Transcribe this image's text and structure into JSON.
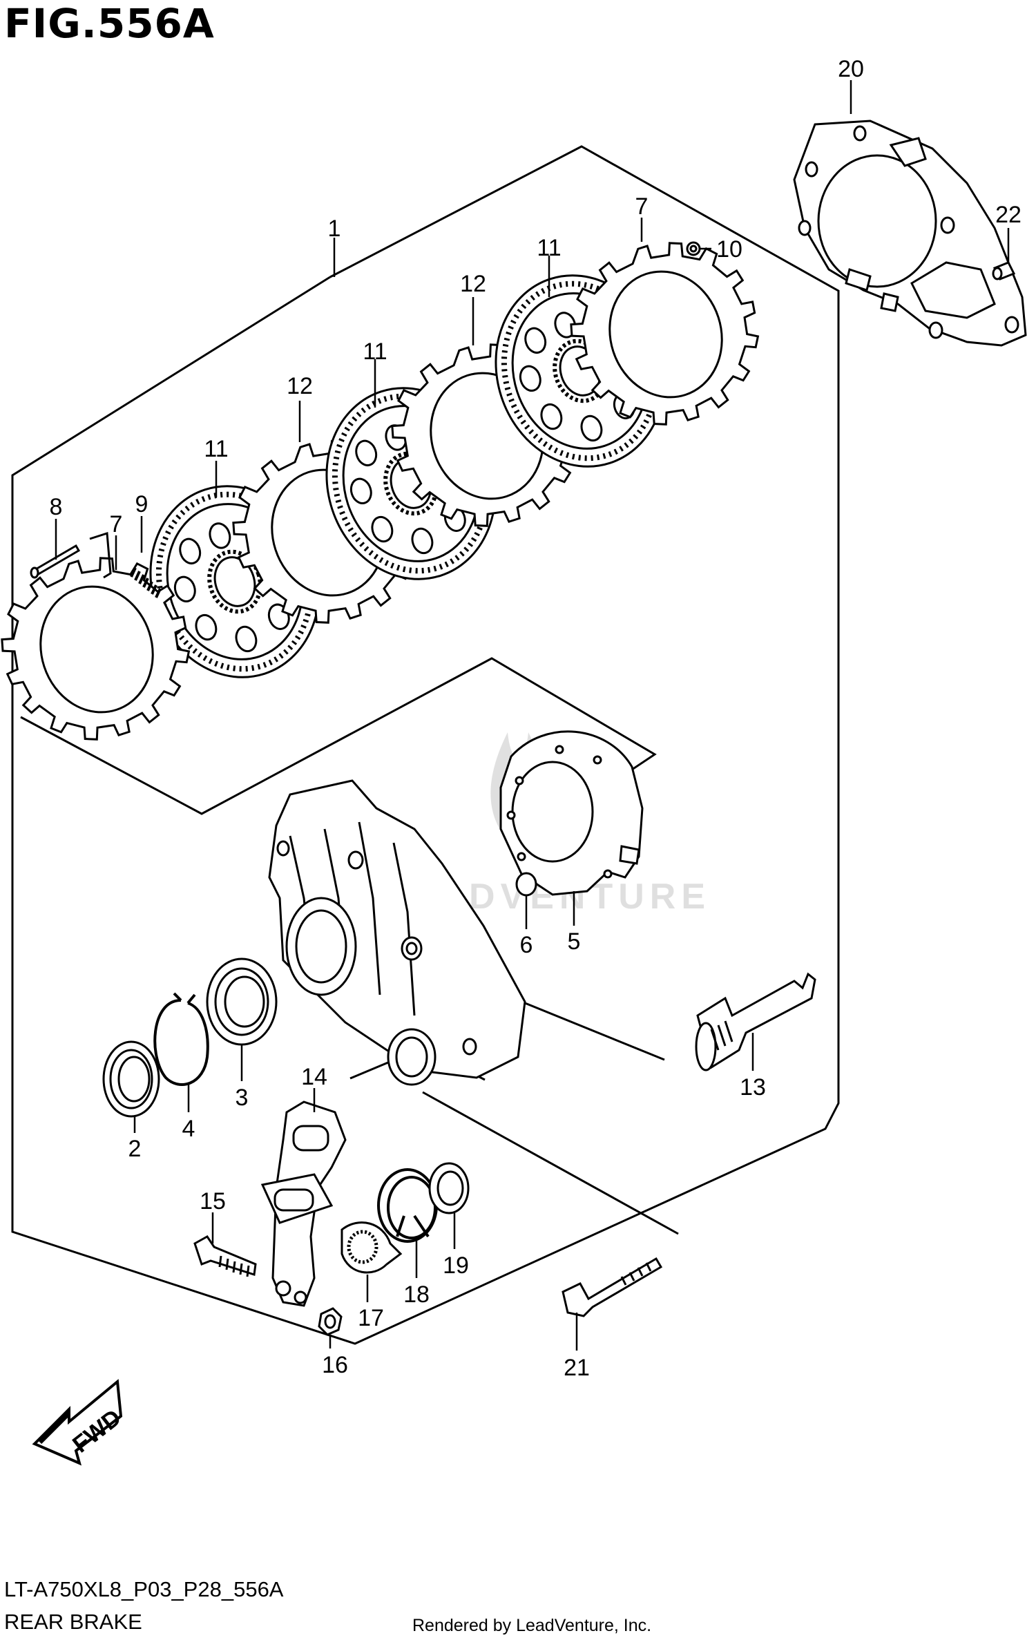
{
  "figure": {
    "title": "FIG.556A",
    "model_code": "LT-A750XL8_P03_P28_556A",
    "section_name": "REAR BRAKE",
    "credit": "Rendered by LeadVenture, Inc.",
    "watermark": "LEADVENTURE",
    "direction_label": "FWD"
  },
  "callouts": [
    {
      "id": "c1",
      "number": "1"
    },
    {
      "id": "c2",
      "number": "2"
    },
    {
      "id": "c3",
      "number": "3"
    },
    {
      "id": "c4",
      "number": "4"
    },
    {
      "id": "c5",
      "number": "5"
    },
    {
      "id": "c6",
      "number": "6"
    },
    {
      "id": "c7a",
      "number": "7"
    },
    {
      "id": "c7b",
      "number": "7"
    },
    {
      "id": "c8",
      "number": "8"
    },
    {
      "id": "c9",
      "number": "9"
    },
    {
      "id": "c10",
      "number": "10"
    },
    {
      "id": "c11a",
      "number": "11"
    },
    {
      "id": "c11b",
      "number": "11"
    },
    {
      "id": "c11c",
      "number": "11"
    },
    {
      "id": "c12a",
      "number": "12"
    },
    {
      "id": "c12b",
      "number": "12"
    },
    {
      "id": "c13",
      "number": "13"
    },
    {
      "id": "c14",
      "number": "14"
    },
    {
      "id": "c15",
      "number": "15"
    },
    {
      "id": "c16",
      "number": "16"
    },
    {
      "id": "c17",
      "number": "17"
    },
    {
      "id": "c18",
      "number": "18"
    },
    {
      "id": "c19",
      "number": "19"
    },
    {
      "id": "c20",
      "number": "20"
    },
    {
      "id": "c21",
      "number": "21"
    },
    {
      "id": "c22",
      "number": "22"
    }
  ]
}
